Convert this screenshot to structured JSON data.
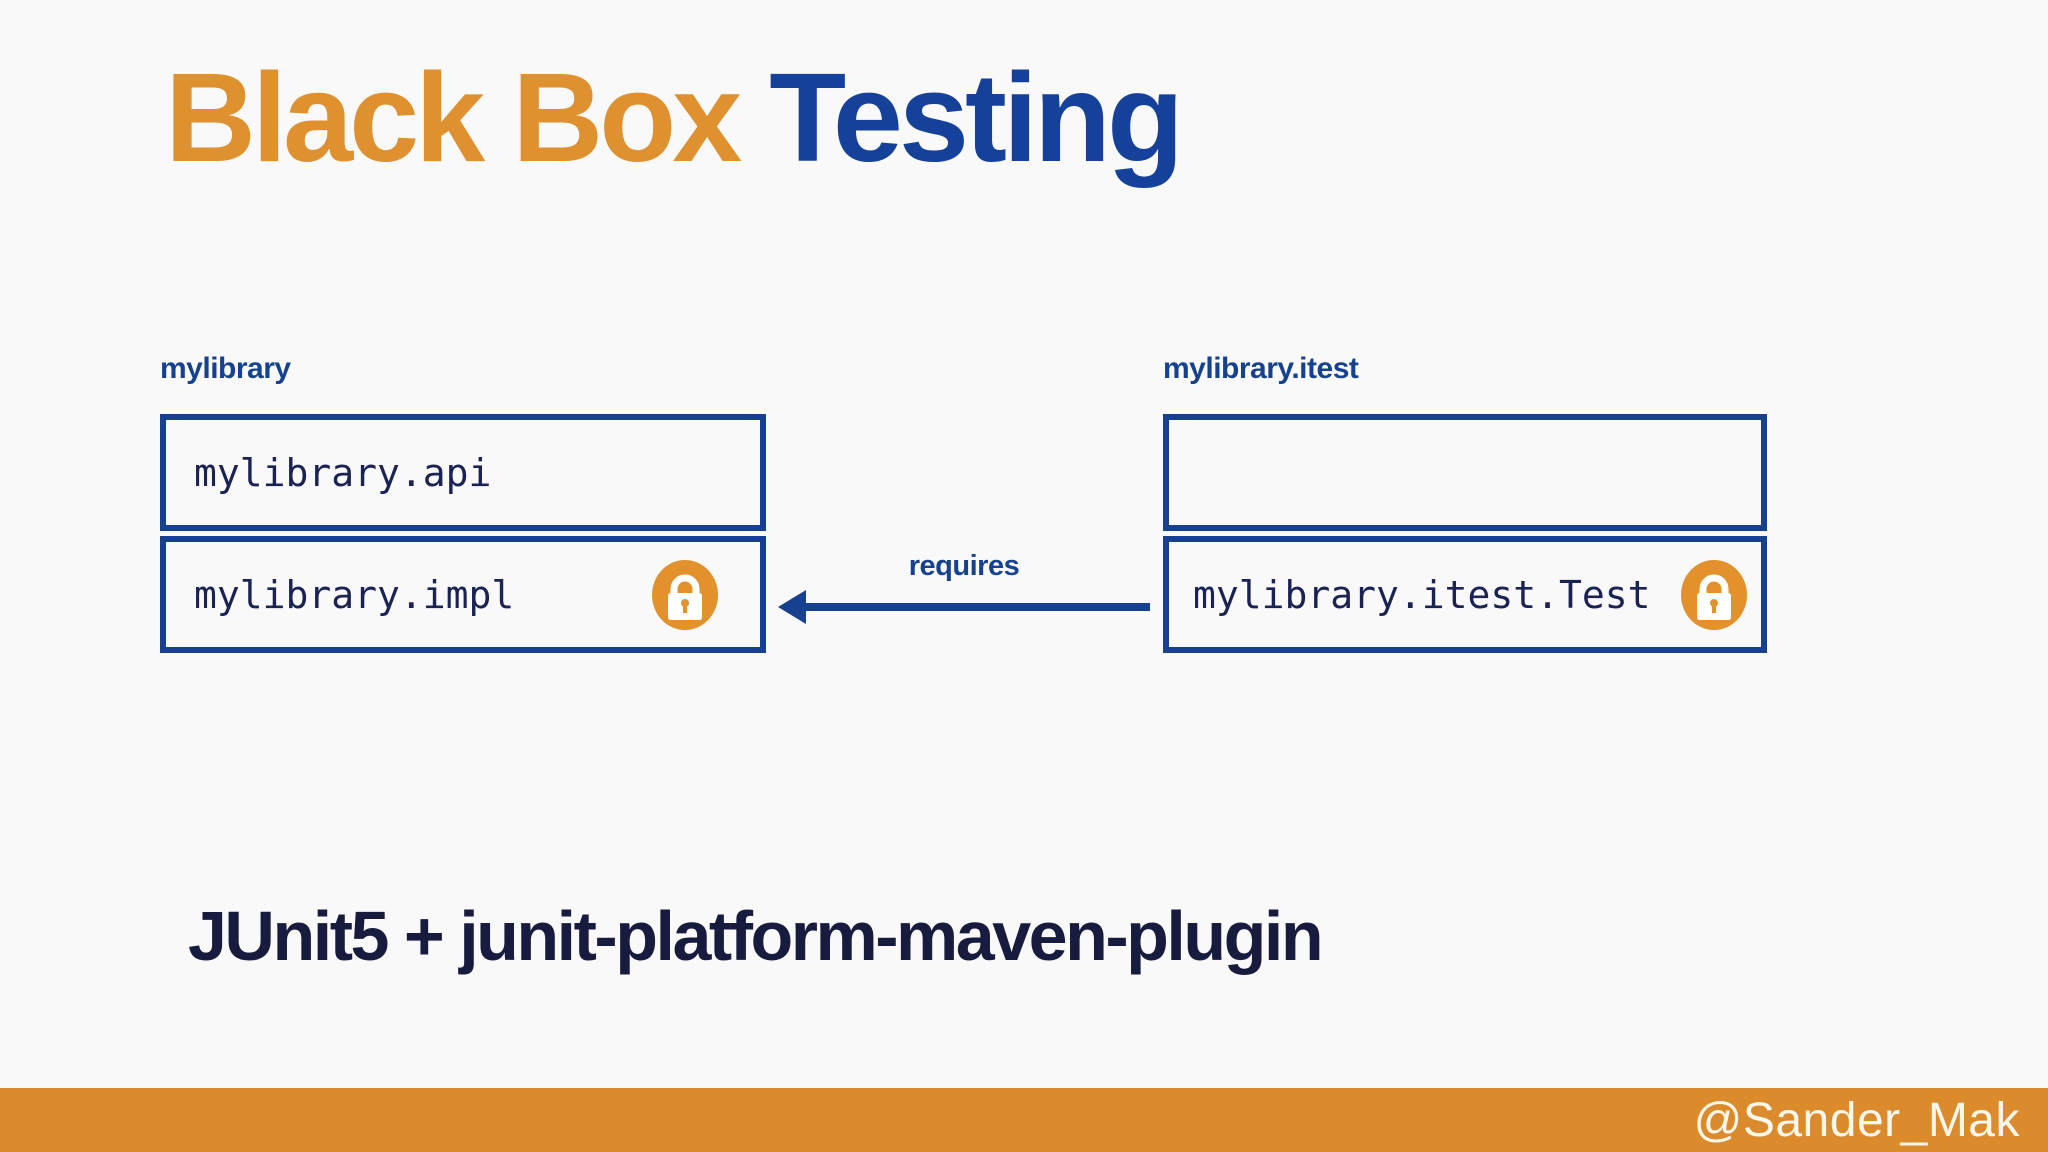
{
  "slide_title": {
    "accent": "Black Box ",
    "rest": "Testing"
  },
  "modules": {
    "left": {
      "label": "mylibrary",
      "rows": [
        {
          "text": "mylibrary.api",
          "icon": ""
        },
        {
          "text": "mylibrary.impl",
          "icon": "lock-icon"
        }
      ]
    },
    "right": {
      "label": "mylibrary.itest",
      "rows": [
        {
          "text": "",
          "icon": ""
        },
        {
          "text": "mylibrary.itest.Test",
          "icon": "lock-icon"
        }
      ]
    }
  },
  "dependency": {
    "label": "requires",
    "direction": "right-to-left"
  },
  "subtitle": "JUnit5 + junit-platform-maven-plugin",
  "footer": {
    "handle": "@Sander_Mak"
  },
  "colors": {
    "accent_orange": "#E0912F",
    "title_blue": "#16419B",
    "box_border_blue": "#17418F",
    "mono_navy": "#1B2254",
    "subtitle_navy": "#171C3E",
    "lock_orange": "#E2912D",
    "footer_orange": "#DC8B2C",
    "footer_text": "#FCF7EA",
    "background": "#FAF9F9"
  }
}
